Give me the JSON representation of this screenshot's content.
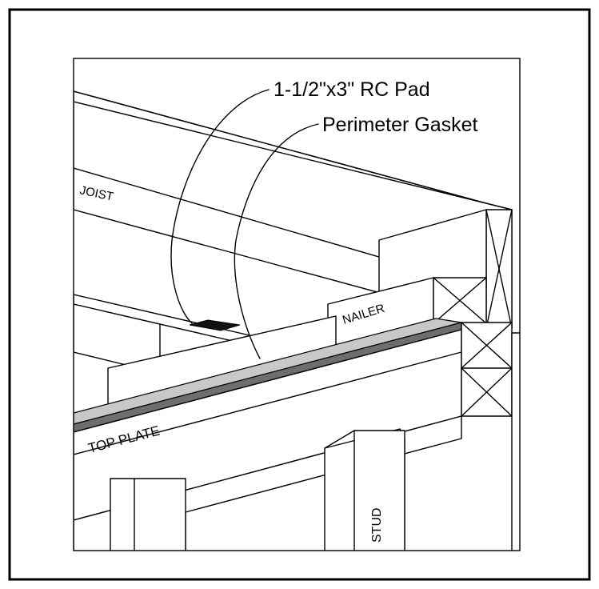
{
  "callouts": {
    "rc_pad": "1-1/2\"x3\" RC Pad",
    "perimeter_gasket": "Perimeter Gasket"
  },
  "labels": {
    "joist": "JOIST",
    "nailer": "NAILER",
    "top_plate": "TOP PLATE",
    "stud": "STUD"
  },
  "colors": {
    "line": "#000000",
    "gasket_dark": "#6e6e6e",
    "gasket_light": "#c8c8c8",
    "rc_pad": "#111111",
    "background": "#ffffff"
  }
}
